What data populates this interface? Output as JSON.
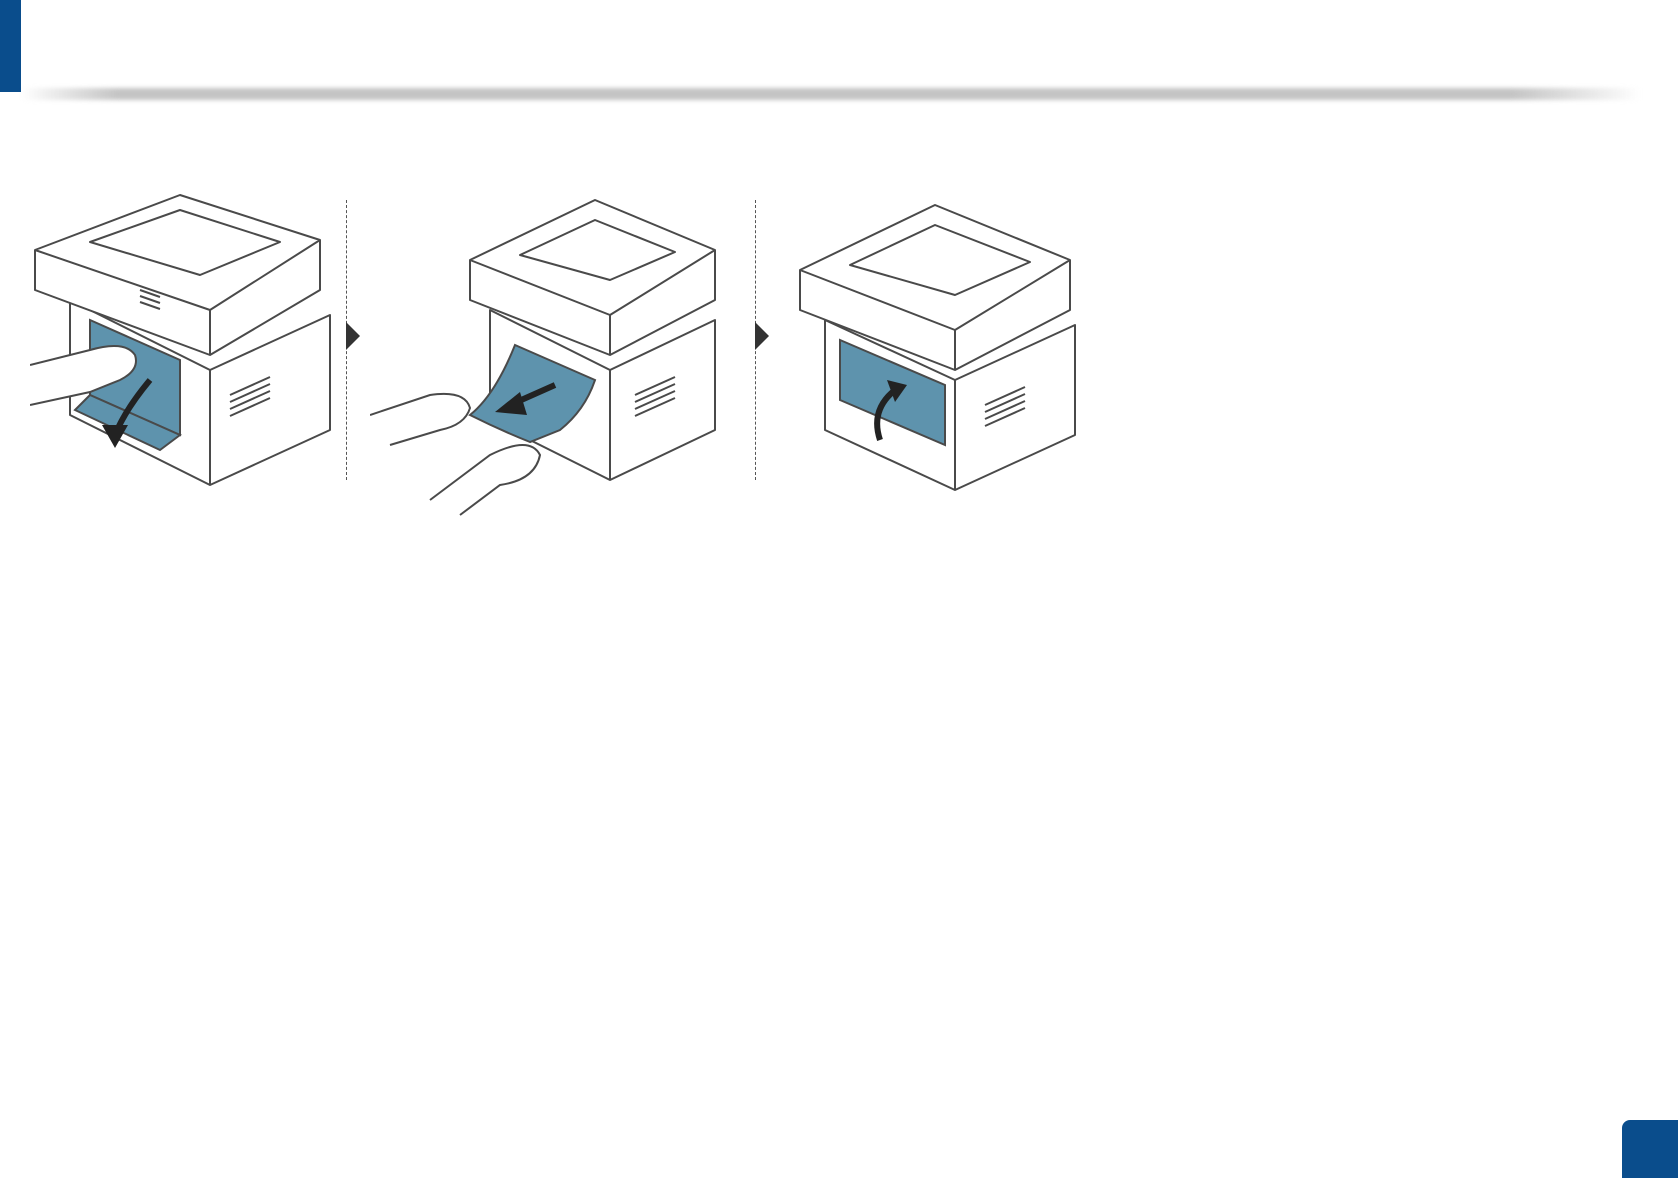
{
  "document": {
    "accent_color": "#0a4d8c",
    "page_number": ""
  },
  "figure": {
    "steps": [
      {
        "illustration": "printer-rear-cover-open",
        "arrow_direction": "down"
      },
      {
        "illustration": "printer-paper-removal",
        "arrow_direction": "out"
      },
      {
        "illustration": "printer-rear-cover-close",
        "arrow_direction": "up"
      }
    ],
    "paper_color": "#5e93ad",
    "line_color": "#4a4a4a"
  }
}
